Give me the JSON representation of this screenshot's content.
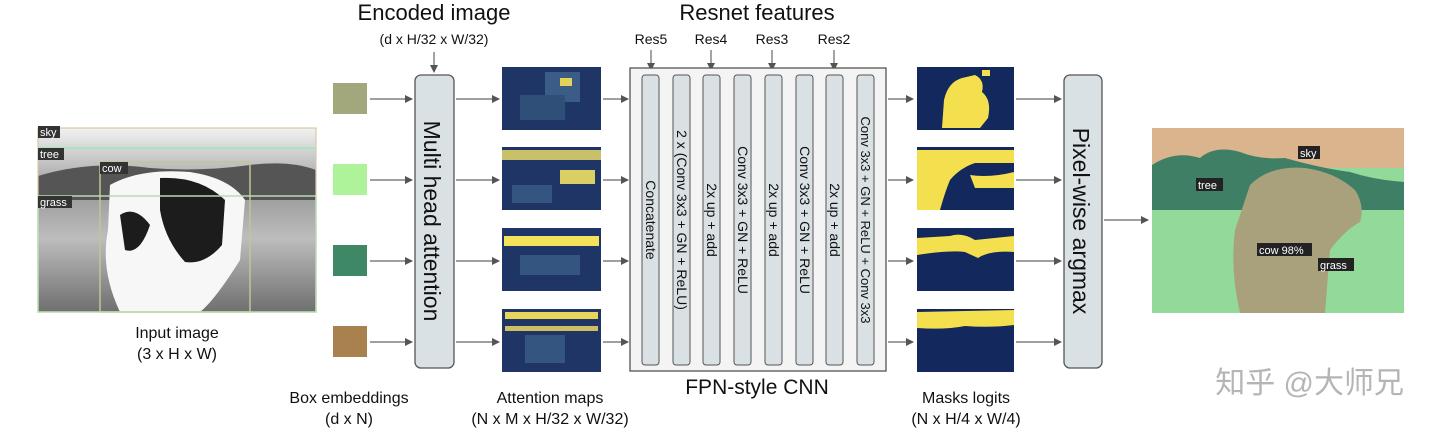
{
  "input_image": {
    "caption_line1": "Input image",
    "caption_line2": "(3 x H x W)",
    "box_labels": [
      "sky",
      "tree",
      "cow",
      "grass"
    ]
  },
  "box_embeddings": {
    "caption_line1": "Box embeddings",
    "caption_line2": "(d x N)",
    "colors": [
      "#a3a77c",
      "#aef29a",
      "#3f8866",
      "#a8814f"
    ]
  },
  "encoded_image": {
    "title": "Encoded image",
    "subtitle": "(d x H/32 x W/32)"
  },
  "attention_block": {
    "label": "Multi head attention"
  },
  "attention_maps": {
    "caption_line1": "Attention maps",
    "caption_line2": "(N x M x H/32 x W/32)"
  },
  "fpn": {
    "title": "Resnet features",
    "res_labels": [
      "Res5",
      "Res4",
      "Res3",
      "Res2"
    ],
    "layers": [
      "Concatenate",
      "2 x (Conv 3x3 + GN + ReLU)",
      "2x up + add",
      "Conv 3x3 + GN + ReLU",
      "2x up + add",
      "Conv 3x3 + GN + ReLU",
      "2x up + add",
      "Conv 3x3 + GN + ReLU + Conv 3x3"
    ],
    "caption": "FPN-style CNN"
  },
  "masks": {
    "caption_line1": "Masks logits",
    "caption_line2": "(N x H/4 x W/4)"
  },
  "argmax_block": {
    "label": "Pixel-wise argmax"
  },
  "output_image": {
    "labels": [
      "sky",
      "tree",
      "cow 98%",
      "grass"
    ]
  },
  "watermark": "知乎 @大师兄",
  "colors": {
    "block_fill": "#d9e1e4",
    "map_dark": "#1f3566",
    "map_yellow": "#f2e35a",
    "mask_dark": "#13285c",
    "mask_yellow": "#f4df4f"
  }
}
